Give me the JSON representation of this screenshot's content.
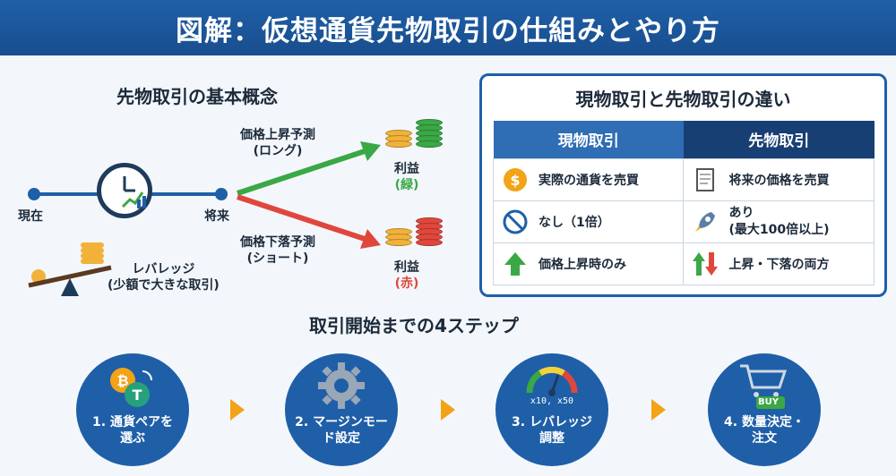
{
  "header": {
    "title": "図解：仮想通貨先物取引の仕組みとやり方"
  },
  "concept": {
    "title": "先物取引の基本概念",
    "timeline": {
      "start_label": "現在",
      "end_label": "将来"
    },
    "long": {
      "label_line1": "価格上昇予測",
      "label_line2": "(ロング)",
      "profit_line1": "利益",
      "profit_line2": "(緑)",
      "color": "#3aa845"
    },
    "short": {
      "label_line1": "価格下落予測",
      "label_line2": "(ショート)",
      "profit_line1": "利益",
      "profit_line2": "(赤)",
      "color": "#e0473c"
    },
    "leverage": {
      "line1": "レバレッジ",
      "line2": "(少額で大きな取引)"
    }
  },
  "comparison": {
    "title": "現物取引と先物取引の違い",
    "headers": [
      "現物取引",
      "先物取引"
    ],
    "rows": [
      {
        "spot_icon": "dollar-coin-icon",
        "spot": "実際の通貨を売買",
        "futures_icon": "contract-document-icon",
        "futures": "将来の価格を売買"
      },
      {
        "spot_icon": "prohibited-icon",
        "spot": "なし（1倍）",
        "futures_icon": "rocket-icon",
        "futures_line1": "あり",
        "futures_line2": "(最大100倍以上)"
      },
      {
        "spot_icon": "arrow-up-icon",
        "spot": "価格上昇時のみ",
        "futures_icon": "arrows-up-down-icon",
        "futures": "上昇・下落の両方"
      }
    ]
  },
  "steps": {
    "title": "取引開始までの4ステップ",
    "items": [
      {
        "icon": "crypto-pair-icon",
        "line1": "1. 通貨ペアを",
        "line2": "選ぶ"
      },
      {
        "icon": "gear-icon",
        "line1": "2. マージンモー",
        "line2": "ド設定"
      },
      {
        "icon": "gauge-icon",
        "gauge_text": "x10, x50",
        "line1": "3. レバレッジ",
        "line2": "調整"
      },
      {
        "icon": "shopping-cart-icon",
        "buy_text": "BUY",
        "line1": "4. 数量決定・",
        "line2": "注文"
      }
    ]
  },
  "colors": {
    "primary": "#1f5fa8",
    "dark": "#183f74",
    "accent": "#f2a316",
    "green": "#3aa845",
    "red": "#e0473c"
  }
}
